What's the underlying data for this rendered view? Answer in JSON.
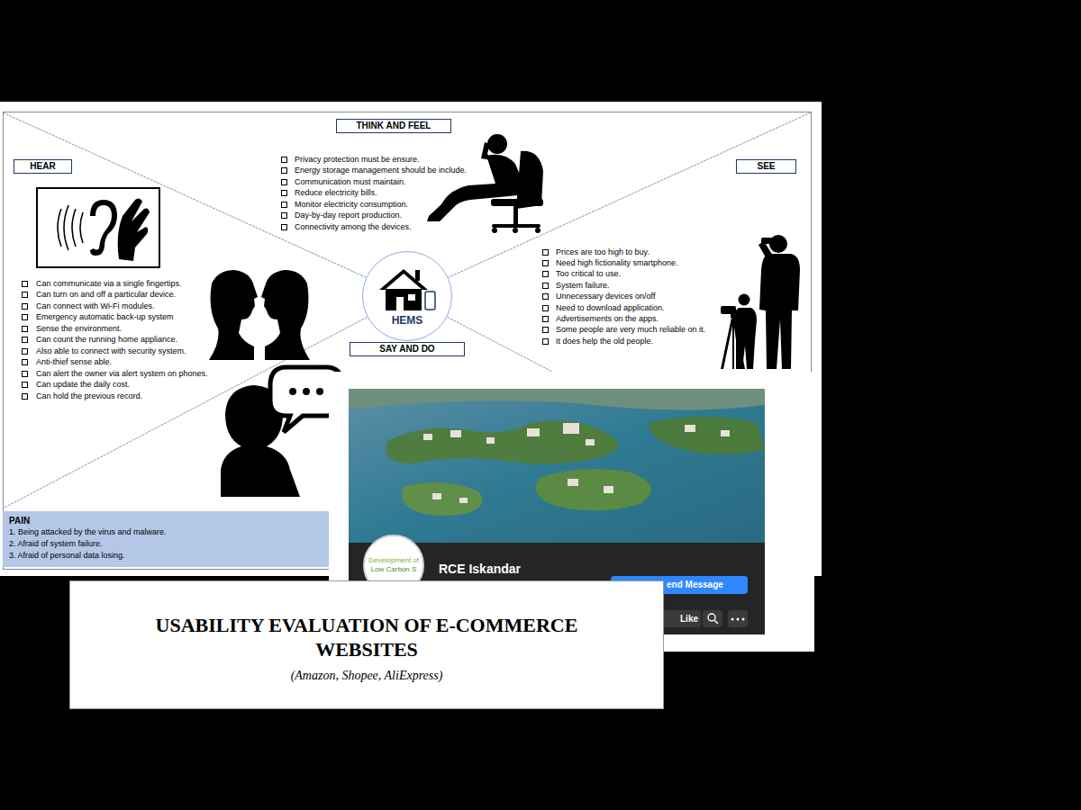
{
  "diagram": {
    "nodes": [
      {
        "text": [
          "THINK AND FEEL"
        ]
      },
      {
        "text": [
          "HEAR"
        ]
      },
      {
        "text": [
          "SEE"
        ]
      },
      {
        "text": [
          "HEMS"
        ]
      },
      {
        "text": [
          "SAY AND DO"
        ]
      },
      {
        "text": [
          "PAIN",
          "1. Being attacked by the virus and malware.",
          "2. Afraid of system failure.",
          "3. Afraid of personal data losing."
        ]
      },
      {
        "text": [
          "Development of",
          "Low Carbon S"
        ]
      },
      {
        "text": [
          "end Message"
        ]
      },
      {
        "text": [
          "Like"
        ]
      },
      {
        "text": [
          "USABILITY EVALUATION OF E-COMMERCE WEBSITES",
          "(Amazon, Shopee, AliExpress)"
        ]
      }
    ],
    "labels": [
      "Privacy protection must be ensure.",
      "Energy storage management should be include.",
      "Communication must maintain.",
      "Reduce electricity bills.",
      "Monitor electricity consumption.",
      "Day-by-day report production.",
      "Connectivity among the devices.",
      "Can communicate via a single fingertips.",
      "Can turn on and off a particular device.",
      "Can connect with Wi-Fi modules.",
      "Emergency automatic back-up system",
      "Sense the environment.",
      "Can count the running home appliance.",
      "Also able to connect with security system.",
      "Anti-thief sense able.",
      "Can alert the owner via alert system on phones.",
      "Can update the daily cost.",
      "Can hold the previous record.",
      "Prices are too high to buy.",
      "Need high fictionality smartphone.",
      "Too critical to use.",
      "System failure.",
      "Unnecessary devices on/off",
      "Need to download application.",
      "Advertisements on the apps.",
      "Some people are very much reliable on it.",
      "It does help the old people.",
      "RCE Iskandar"
    ]
  }
}
